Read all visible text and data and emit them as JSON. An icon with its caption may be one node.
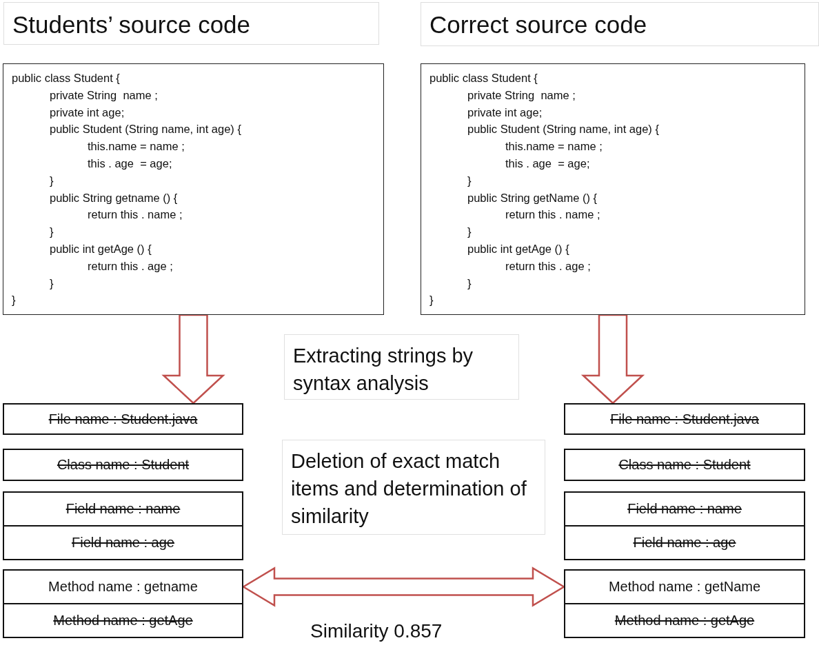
{
  "diagram": {
    "nodes": [
      {
        "text": [
          "Students’ source code"
        ]
      },
      {
        "text": [
          "Correct source code"
        ]
      },
      {
        "text": [
          "public class Student {",
          "private String  name ;",
          "private int age;",
          "public Student (String name, int age) {",
          "this.name = name ;",
          "this . age  = age;",
          "}",
          "public String getname () {",
          "return this . name ;",
          "}",
          "public int getAge () {",
          "return this . age ;",
          "}",
          "}"
        ]
      },
      {
        "text": [
          "public class Student {",
          "private String  name ;",
          "private int age;",
          "public Student (String name, int age) {",
          "this.name = name ;",
          "this . age  = age;",
          "}",
          "public String getName () {",
          "return this . name ;",
          "}",
          "public int getAge () {",
          "return this . age ;",
          "}",
          "}"
        ]
      },
      {
        "text": [
          "Extracting strings by syntax analysis"
        ]
      },
      {
        "text": [
          "File name : Student.java"
        ]
      },
      {
        "text": [
          "File name : Student.java"
        ]
      },
      {
        "text": [
          "Class name : Student"
        ]
      },
      {
        "text": [
          "Deletion of exact match items and determination of similarity"
        ]
      },
      {
        "text": [
          "Class name : Student"
        ]
      },
      {
        "text": [
          "Field name : name"
        ]
      },
      {
        "text": [
          "Field name : name"
        ]
      },
      {
        "text": [
          "Field name : age"
        ]
      },
      {
        "text": [
          "Field name : age"
        ]
      },
      {
        "text": [
          "Method name : getname"
        ]
      },
      {
        "text": [
          "Method name : getName"
        ]
      },
      {
        "text": [
          "Method name : getAge"
        ]
      },
      {
        "text": [
          "Method name : getAge"
        ]
      }
    ],
    "edges": [
      {
        "from": 2,
        "to": 5,
        "arrow": "to"
      },
      {
        "from": 3,
        "to": 6,
        "arrow": "to"
      },
      {
        "from": 14,
        "to": 15,
        "arrow": "both"
      }
    ],
    "labels": [
      "Similarity 0.857"
    ]
  }
}
